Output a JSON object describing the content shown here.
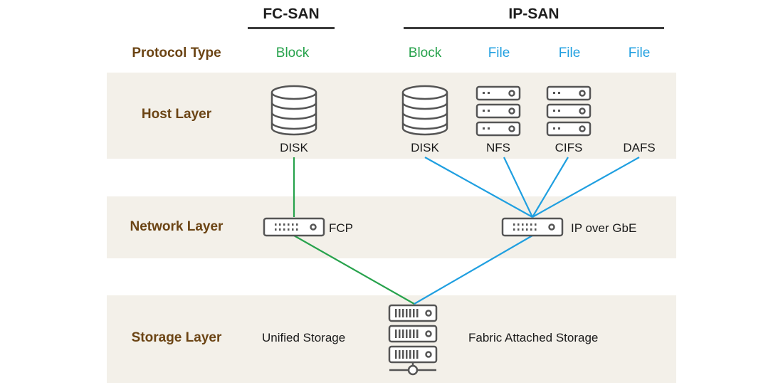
{
  "groups": {
    "fc_san": "FC-SAN",
    "ip_san": "IP-SAN"
  },
  "rows": {
    "protocol_type": "Protocol Type",
    "host_layer": "Host Layer",
    "network_layer": "Network Layer",
    "storage_layer": "Storage Layer"
  },
  "protocols": {
    "fc_block": "Block",
    "ip_block": "Block",
    "nfs_file": "File",
    "cifs_file": "File",
    "dafs_file": "File"
  },
  "hosts": {
    "fc_disk": "DISK",
    "ip_disk": "DISK",
    "nfs": "NFS",
    "cifs": "CIFS",
    "dafs": "DAFS"
  },
  "network": {
    "fcp": "FCP",
    "ip_over_gbe": "IP over GbE"
  },
  "storage": {
    "unified": "Unified Storage",
    "fabric": "Fabric Attached Storage"
  },
  "colors": {
    "block": "#27a24c",
    "file": "#1f9fe0",
    "row_label": "#6b4414",
    "band": "#f3f0e9",
    "icon": "#555555"
  }
}
